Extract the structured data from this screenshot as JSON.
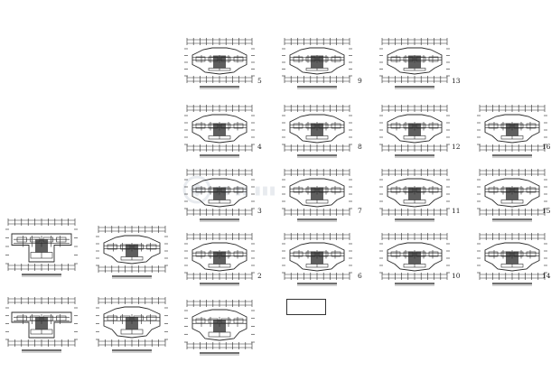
{
  "drawing": {
    "colors": {
      "line": "#2a2a2a",
      "caption": "#1a1a1a",
      "watermark": "#9aa7b8"
    },
    "plans": [
      {
        "id": "p5",
        "number": "5"
      },
      {
        "id": "p9",
        "number": "9"
      },
      {
        "id": "p13",
        "number": "13"
      },
      {
        "id": "p4",
        "number": "4"
      },
      {
        "id": "p8",
        "number": "8"
      },
      {
        "id": "p12",
        "number": "12"
      },
      {
        "id": "p16",
        "number": "16"
      },
      {
        "id": "p3",
        "number": "3"
      },
      {
        "id": "p7",
        "number": "7"
      },
      {
        "id": "p11",
        "number": "11"
      },
      {
        "id": "p15",
        "number": "15"
      },
      {
        "id": "p2",
        "number": "2"
      },
      {
        "id": "p6",
        "number": "6"
      },
      {
        "id": "p10",
        "number": "10"
      },
      {
        "id": "p14",
        "number": "14"
      },
      {
        "id": "p1",
        "number": ""
      },
      {
        "id": "pa",
        "number": ""
      },
      {
        "id": "pb",
        "number": ""
      },
      {
        "id": "pc",
        "number": ""
      },
      {
        "id": "pd",
        "number": ""
      }
    ]
  }
}
